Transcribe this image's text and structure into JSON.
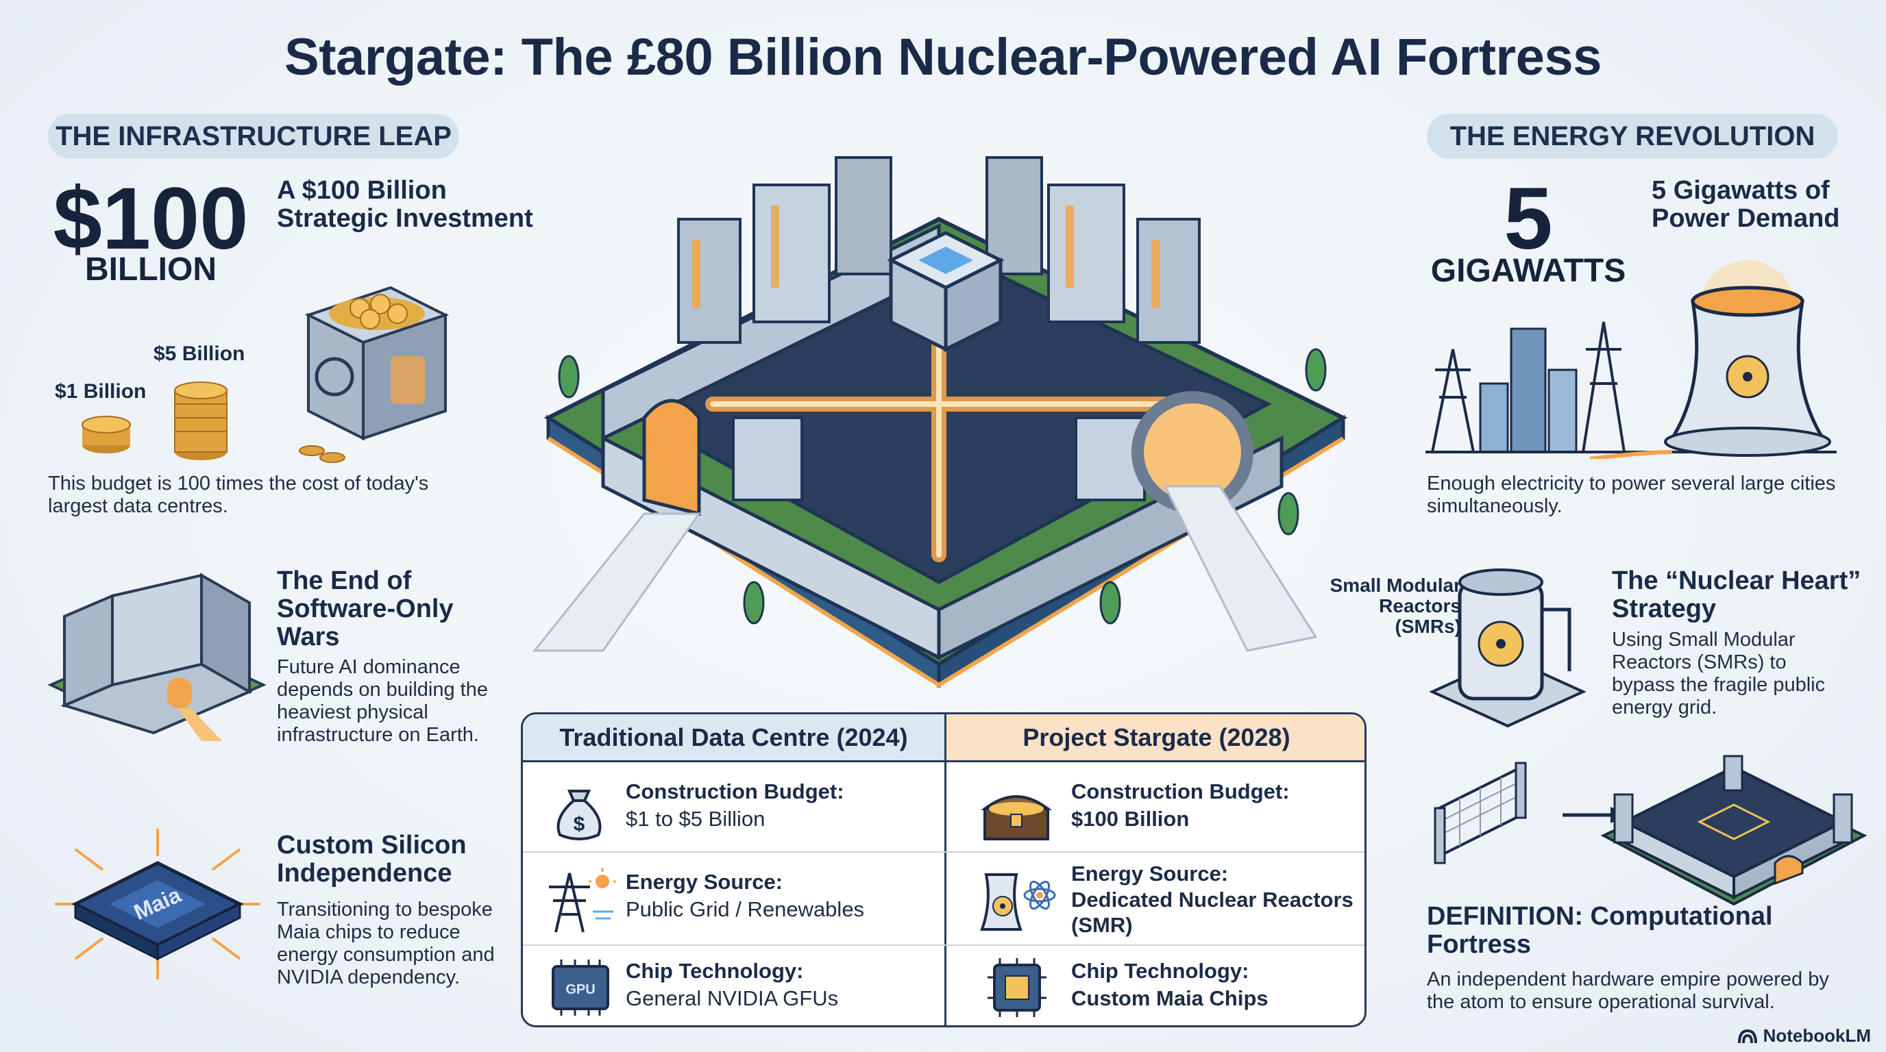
{
  "title": "Stargate: The £80 Billion Nuclear-Powered AI Fortress",
  "left": {
    "section_pill": "THE INFRASTRUCTURE LEAP",
    "big_number": "$100",
    "big_unit": "BILLION",
    "headline": "A $100 Billion Strategic Investment",
    "coin_label_small": "$1 Billion",
    "coin_label_medium": "$5 Billion",
    "budget_note": "This budget is 100 times the cost of today's largest data centres.",
    "wars_title": "The End of Software-Only Wars",
    "wars_body": "Future AI dominance depends on building the heaviest physical infrastructure on Earth.",
    "silicon_title": "Custom Silicon Independence",
    "silicon_body": "Transitioning to bespoke Maia chips to reduce energy consumption and NVIDIA dependency.",
    "chip_label": "Maia"
  },
  "right": {
    "section_pill": "THE ENERGY REVOLUTION",
    "big_number": "5",
    "big_unit": "GIGAWATTS",
    "headline": "5 Gigawatts of Power Demand",
    "electricity_note": "Enough electricity to power several large cities simultaneously.",
    "smr_label": "Small Modular Reactors (SMRs)",
    "heart_title": "The “Nuclear Heart” Strategy",
    "heart_body": "Using Small Modular Reactors (SMRs) to bypass the fragile public energy grid.",
    "definition_title": "DEFINITION: Computational Fortress",
    "definition_body": "An independent hardware empire powered by the atom to ensure operational survival."
  },
  "table": {
    "left_header": "Traditional Data Centre (2024)",
    "right_header": "Project Stargate (2028)",
    "rows": [
      {
        "label": "Construction Budget:",
        "left_value": "$1 to $5 Billion",
        "right_value": "$100 Billion",
        "left_icon": "money-bag-icon",
        "right_icon": "treasure-chest-icon"
      },
      {
        "label": "Energy Source:",
        "left_value": "Public Grid / Renewables",
        "right_value": "Dedicated Nuclear Reactors (SMR)",
        "left_icon": "power-pylon-sun-icon",
        "right_icon": "nuclear-atom-icon"
      },
      {
        "label": "Chip Technology:",
        "left_value": "General NVIDIA GFUs",
        "right_value": "Custom Maia Chips",
        "left_icon": "gpu-chip-icon",
        "right_icon": "custom-chip-icon"
      }
    ],
    "gpu_icon_text": "GPU"
  },
  "footer": {
    "brand": "NotebookLM"
  },
  "colors": {
    "navy": "#16233b",
    "pill_bg": "#d3e1ec",
    "accent_orange": "#f3a44a",
    "table_left_header": "#dbe8f1",
    "table_right_header": "#fbe1c6"
  }
}
